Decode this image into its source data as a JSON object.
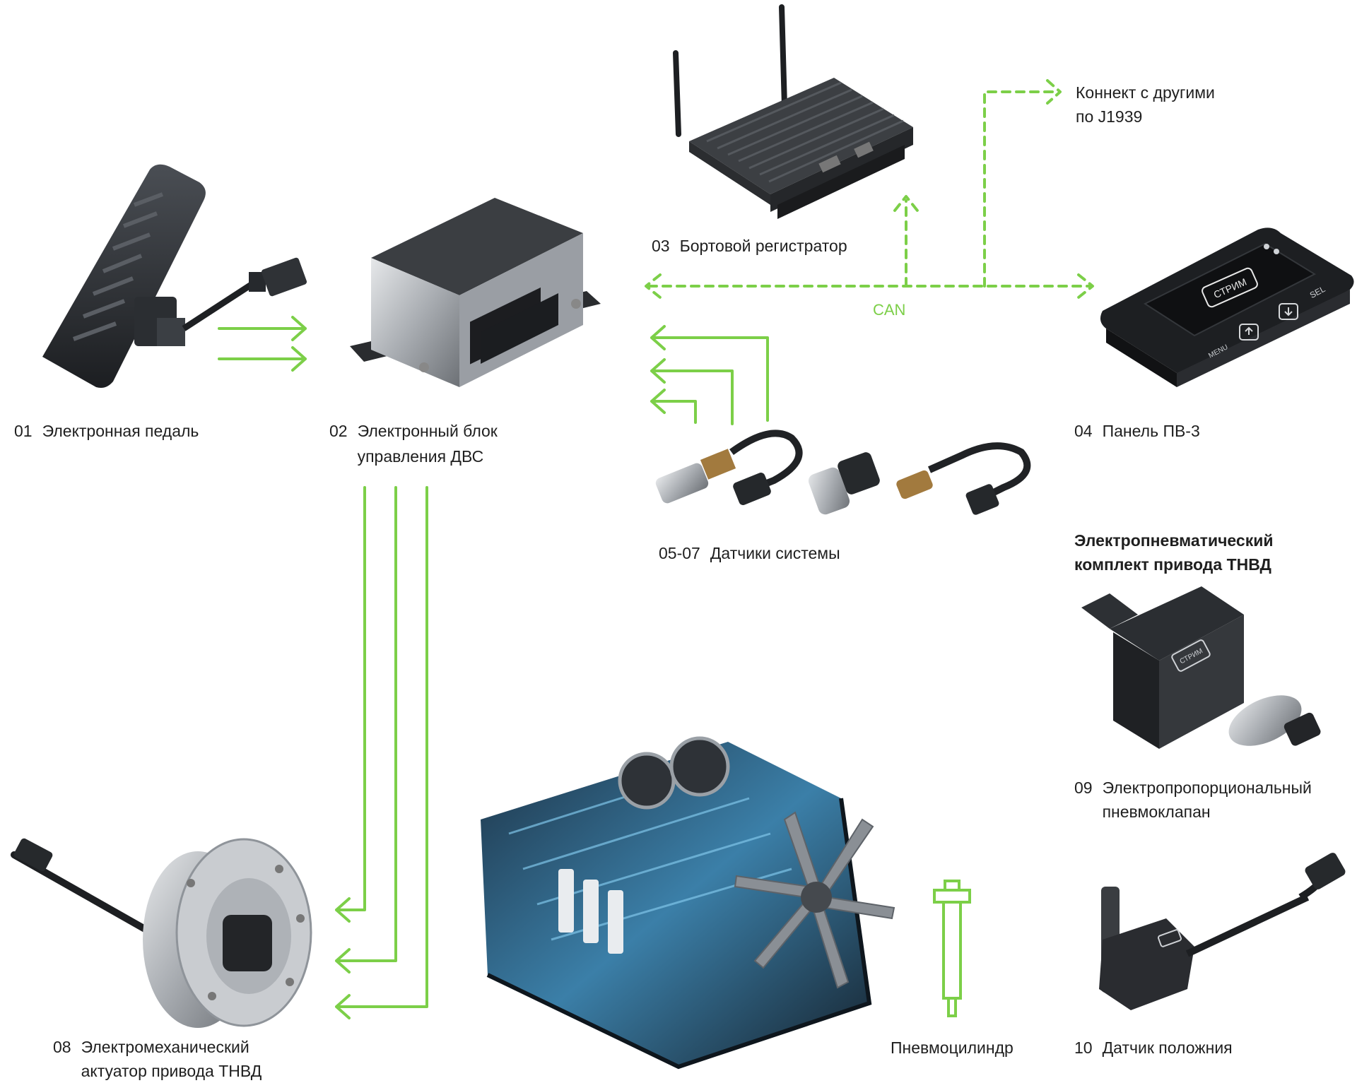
{
  "colors": {
    "accent": "#7ccf48",
    "device_dark": "#2a2d31",
    "device_metal": "#b9bdc2",
    "text": "#1f1f1f"
  },
  "components": {
    "c01": {
      "number": "01",
      "name": "Электронная педаль"
    },
    "c02": {
      "number": "02",
      "name_line1": "Электронный блок",
      "name_line2": "управления ДВС"
    },
    "c03": {
      "number": "03",
      "name": "Бортовой регистратор"
    },
    "c04": {
      "number": "04",
      "name": "Панель ПВ-3"
    },
    "c0507": {
      "number": "05-07",
      "name": "Датчики системы"
    },
    "c08": {
      "number": "08",
      "name_line1": "Электромеханический",
      "name_line2": "актуатор привода ТНВД"
    },
    "c09": {
      "number": "09",
      "name_line1": "Электропропорциональный",
      "name_line2": "пневмоклапан"
    },
    "c10": {
      "number": "10",
      "name": "Датчик положния"
    }
  },
  "kit_title": {
    "line1": "Электропневматический",
    "line2": "комплект привода ТНВД"
  },
  "connect": {
    "line1": "Коннект с другими",
    "line2": "по J1939"
  },
  "bus": {
    "label": "CAN"
  },
  "cylinder": {
    "name": "Пневмоцилиндр"
  },
  "panel_screen": {
    "logo": "СТРИМ",
    "menu": "MENU",
    "sel": "SEL"
  },
  "valve_logo": "СТРИМ"
}
